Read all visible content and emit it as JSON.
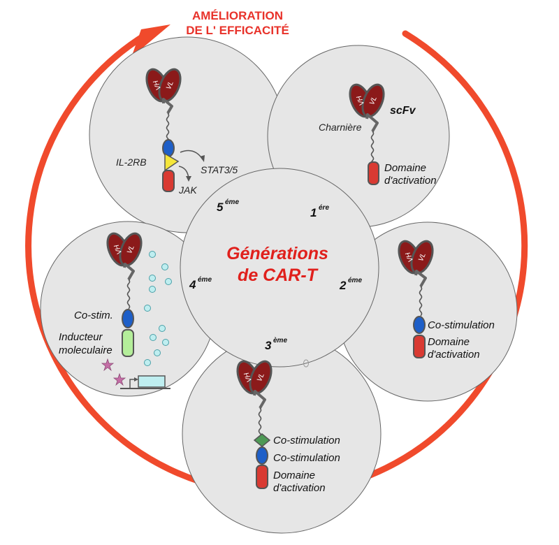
{
  "header": {
    "line1": "AMÉLIORATION",
    "line2": "DE L' EFFICACITÉ"
  },
  "center": {
    "line1": "Générations",
    "line2": "de CAR-T"
  },
  "generation_labels": [
    {
      "num": "1",
      "sup": "ére"
    },
    {
      "num": "2",
      "sup": "éme"
    },
    {
      "num": "3",
      "sup": "ème"
    },
    {
      "num": "4",
      "sup": "éme"
    },
    {
      "num": "5",
      "sup": "éme"
    }
  ],
  "antibody": {
    "vh": "VH",
    "vl": "VL"
  },
  "gen1": {
    "scfv": "scFv",
    "hinge": "Charnière",
    "activation_line1": "Domaine",
    "activation_line2": "d'activation"
  },
  "gen2": {
    "costim": "Co-stimulation",
    "activation_line1": "Domaine",
    "activation_line2": "d'activation"
  },
  "gen3": {
    "costim1": "Co-stimulation",
    "costim2": "Co-stimulation",
    "activation_line1": "Domaine",
    "activation_line2": "d'activation"
  },
  "gen4": {
    "costim": "Co-stim.",
    "inducer_line1": "Inducteur",
    "inducer_line2": "moleculaire"
  },
  "gen5": {
    "il2rb": "IL-2RB",
    "stat": "STAT3/5",
    "jak": "JAK"
  },
  "colors": {
    "cycle_arrow": "#f04a2c",
    "title": "#e8322a",
    "circle_fill": "#e6e6e6",
    "antibody": "#8b1a1a",
    "activation": "#d93a32",
    "costim_blue": "#1e5fc8",
    "costim_green": "#4e9a56",
    "il2rb_yellow": "#f5e63a",
    "inducer_green": "#b4ee9a",
    "bubble": "#bfeef0",
    "star": "#c46ea6"
  }
}
